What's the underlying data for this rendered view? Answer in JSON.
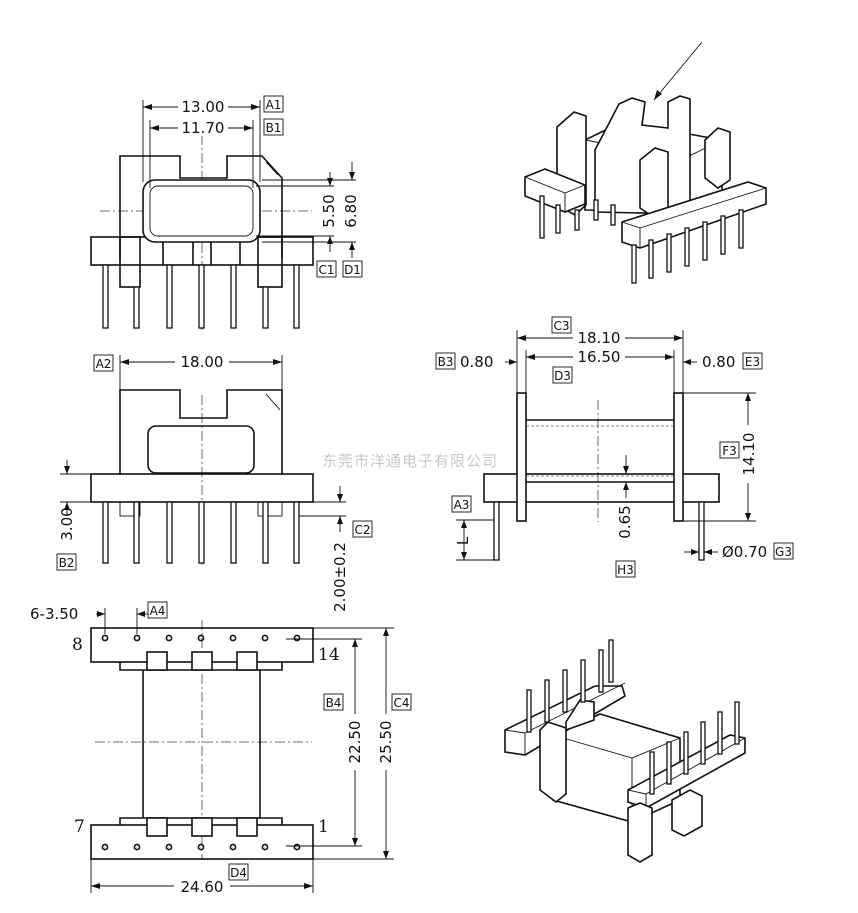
{
  "watermark": "东莞市洋通电子有限公司",
  "views": {
    "top": {
      "dim_outer": "13.00",
      "dim_inner": "11.70",
      "dim_h_inner": "5.50",
      "dim_h_outer": "6.80",
      "label_outer": "A1",
      "label_inner": "B1",
      "label_c": "C1",
      "label_d": "D1"
    },
    "front": {
      "dim_width": "18.00",
      "dim_height": "3.00",
      "dim_pin": "2.00±0.2",
      "label_width": "A2",
      "label_height": "B2",
      "label_pin": "C2"
    },
    "side": {
      "dim_total": "18.10",
      "dim_inner": "16.50",
      "dim_left": "0.80",
      "dim_right": "0.80",
      "dim_gap": "0.65",
      "dim_height": "14.10",
      "dim_pin_dia": "Ø0.70",
      "dim_l": "L",
      "label_total": "C3",
      "label_left": "B3",
      "label_inner": "D3",
      "label_right": "E3",
      "label_height": "F3",
      "label_a": "A3",
      "label_h": "H3",
      "label_g": "G3"
    },
    "bottom": {
      "dim_pitch": "6-3.50",
      "dim_inner": "22.50",
      "dim_outer": "25.50",
      "dim_width": "24.60",
      "label_pitch": "A4",
      "label_inner": "B4",
      "label_outer": "C4",
      "label_width": "D4",
      "pin_8": "8",
      "pin_14": "14",
      "pin_7": "7",
      "pin_1": "1"
    }
  }
}
